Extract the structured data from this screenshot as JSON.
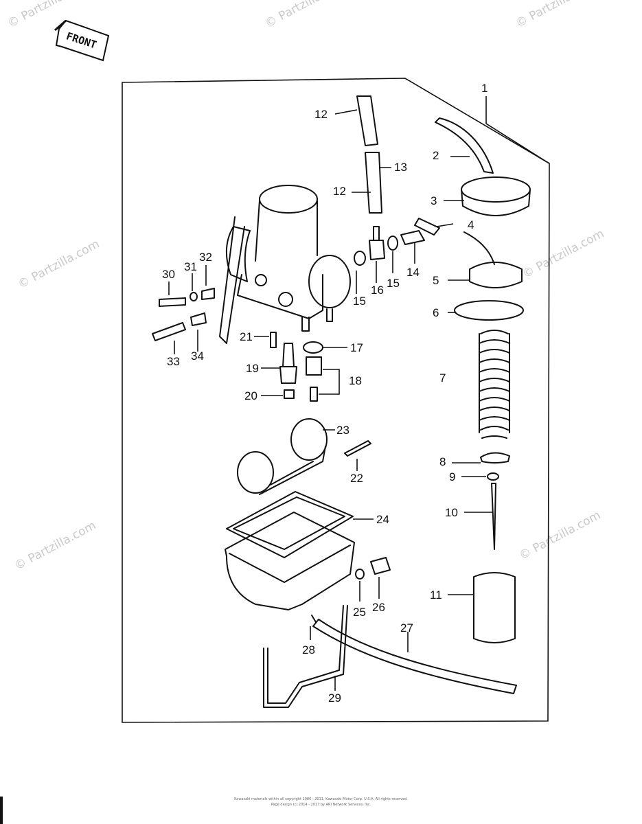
{
  "watermark": "© Partzilla.com",
  "orientation_badge": "FRONT",
  "footer": {
    "line1": "Kawasaki materials within all copyright 1986 - 2011, Kawasaki Motor Corp. U.S.A. All rights reserved.",
    "line2": "Page design (c) 2014 - 2017 by ARI Network Services, Inc."
  },
  "callouts": [
    "1",
    "2",
    "3",
    "4",
    "5",
    "6",
    "7",
    "8",
    "9",
    "10",
    "11",
    "12",
    "12",
    "13",
    "14",
    "15",
    "15",
    "16",
    "17",
    "18",
    "19",
    "20",
    "21",
    "22",
    "23",
    "24",
    "25",
    "26",
    "27",
    "28",
    "29",
    "30",
    "31",
    "32",
    "33",
    "34"
  ]
}
